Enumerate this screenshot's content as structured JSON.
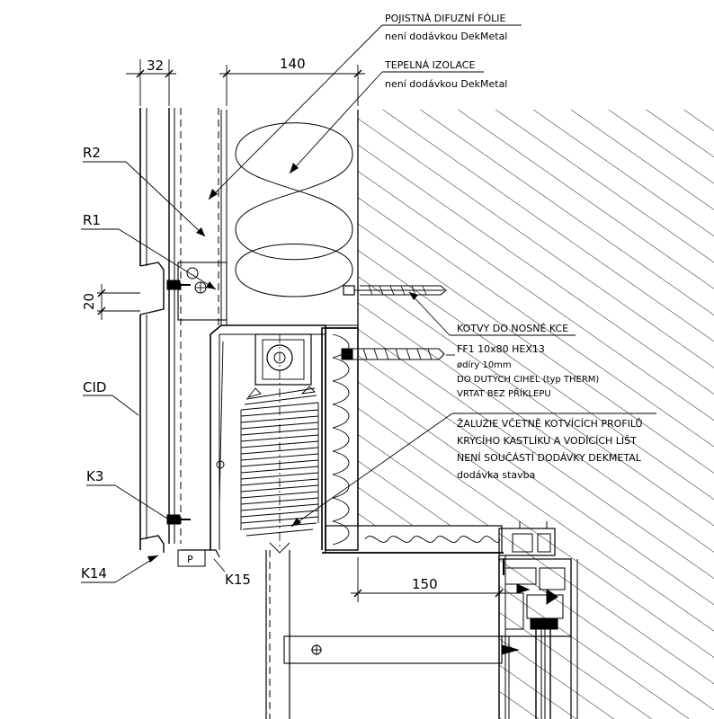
{
  "labels": {
    "foil_title": "POJISTNÁ DIFUZNÍ FÓLIE",
    "foil_note": "není dodávkou DekMetal",
    "insul_title": "TEPELNÁ IZOLACE",
    "insul_note": "není dodávkou DekMetal",
    "anchor_title": "KOTVY DO NOSNÉ KCE",
    "anchor_spec": "FF1 10x80 HEX13",
    "anchor_hole": "ødíry 10mm",
    "anchor_base": "DO DUTÝCH CIHEL (typ THERM)",
    "anchor_drill": "VRTAT BEZ PŘÍKLEPU",
    "blind_1": "ŽALUZIE VČETNĚ KOTVÍCÍCH PROFILŮ",
    "blind_2": "KRYCÍHO KASTLÍKU A VODÍCÍCH LIŠT",
    "blind_3": "NENÍ SOUČÁSTÍ DODÁVKY DEKMETAL",
    "blind_4": "dodávka stavba"
  },
  "callouts": {
    "r2": "R2",
    "r1": "R1",
    "cid": "CID",
    "k3": "K3",
    "k14": "K14",
    "k15": "K15",
    "p": "P"
  },
  "dimensions": {
    "d32": "32",
    "d140": "140",
    "d20": "20",
    "d150": "150"
  }
}
